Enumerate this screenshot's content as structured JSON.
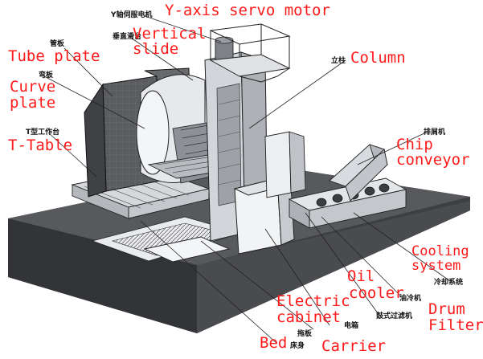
{
  "labels": {
    "y_servo": {
      "cn": "Y轴伺服电机",
      "en": "Y-axis servo motor"
    },
    "vertical_slide": {
      "cn": "垂直滑台",
      "en_line1": "Vertical",
      "en_line2": "slide"
    },
    "tube_plate": {
      "cn": "管板",
      "en": "Tube plate"
    },
    "curve_plate": {
      "cn": "弯板",
      "en_line1": "Curve",
      "en_line2": "plate"
    },
    "t_table": {
      "cn": "T型工作台",
      "en": "T-Table"
    },
    "column": {
      "cn": "立柱",
      "en": "Column"
    },
    "chip_conveyor": {
      "cn": "排屑机",
      "en_line1": "Chip",
      "en_line2": "conveyor"
    },
    "cooling_system": {
      "cn": "冷却系统",
      "en_line1": "Cooling",
      "en_line2": "system"
    },
    "oil_cooler": {
      "cn": "油冷机",
      "en_line1": "Oil",
      "en_line2": "cooler"
    },
    "drum_filter": {
      "cn": "鼓式过滤机",
      "en_line1": "Drum",
      "en_line2": "Filter"
    },
    "electric_cabinet": {
      "cn": "电箱",
      "en_line1": "Electric",
      "en_line2": "cabinet"
    },
    "carrier": {
      "cn": "拖板",
      "en": "Carrier"
    },
    "bed": {
      "cn": "床身",
      "en": "Bed"
    }
  },
  "colors": {
    "label_red": "#ff1a1a",
    "label_black": "#111111",
    "base": "#3e3f42",
    "steel": "#c9ccd1",
    "line": "#222222"
  }
}
